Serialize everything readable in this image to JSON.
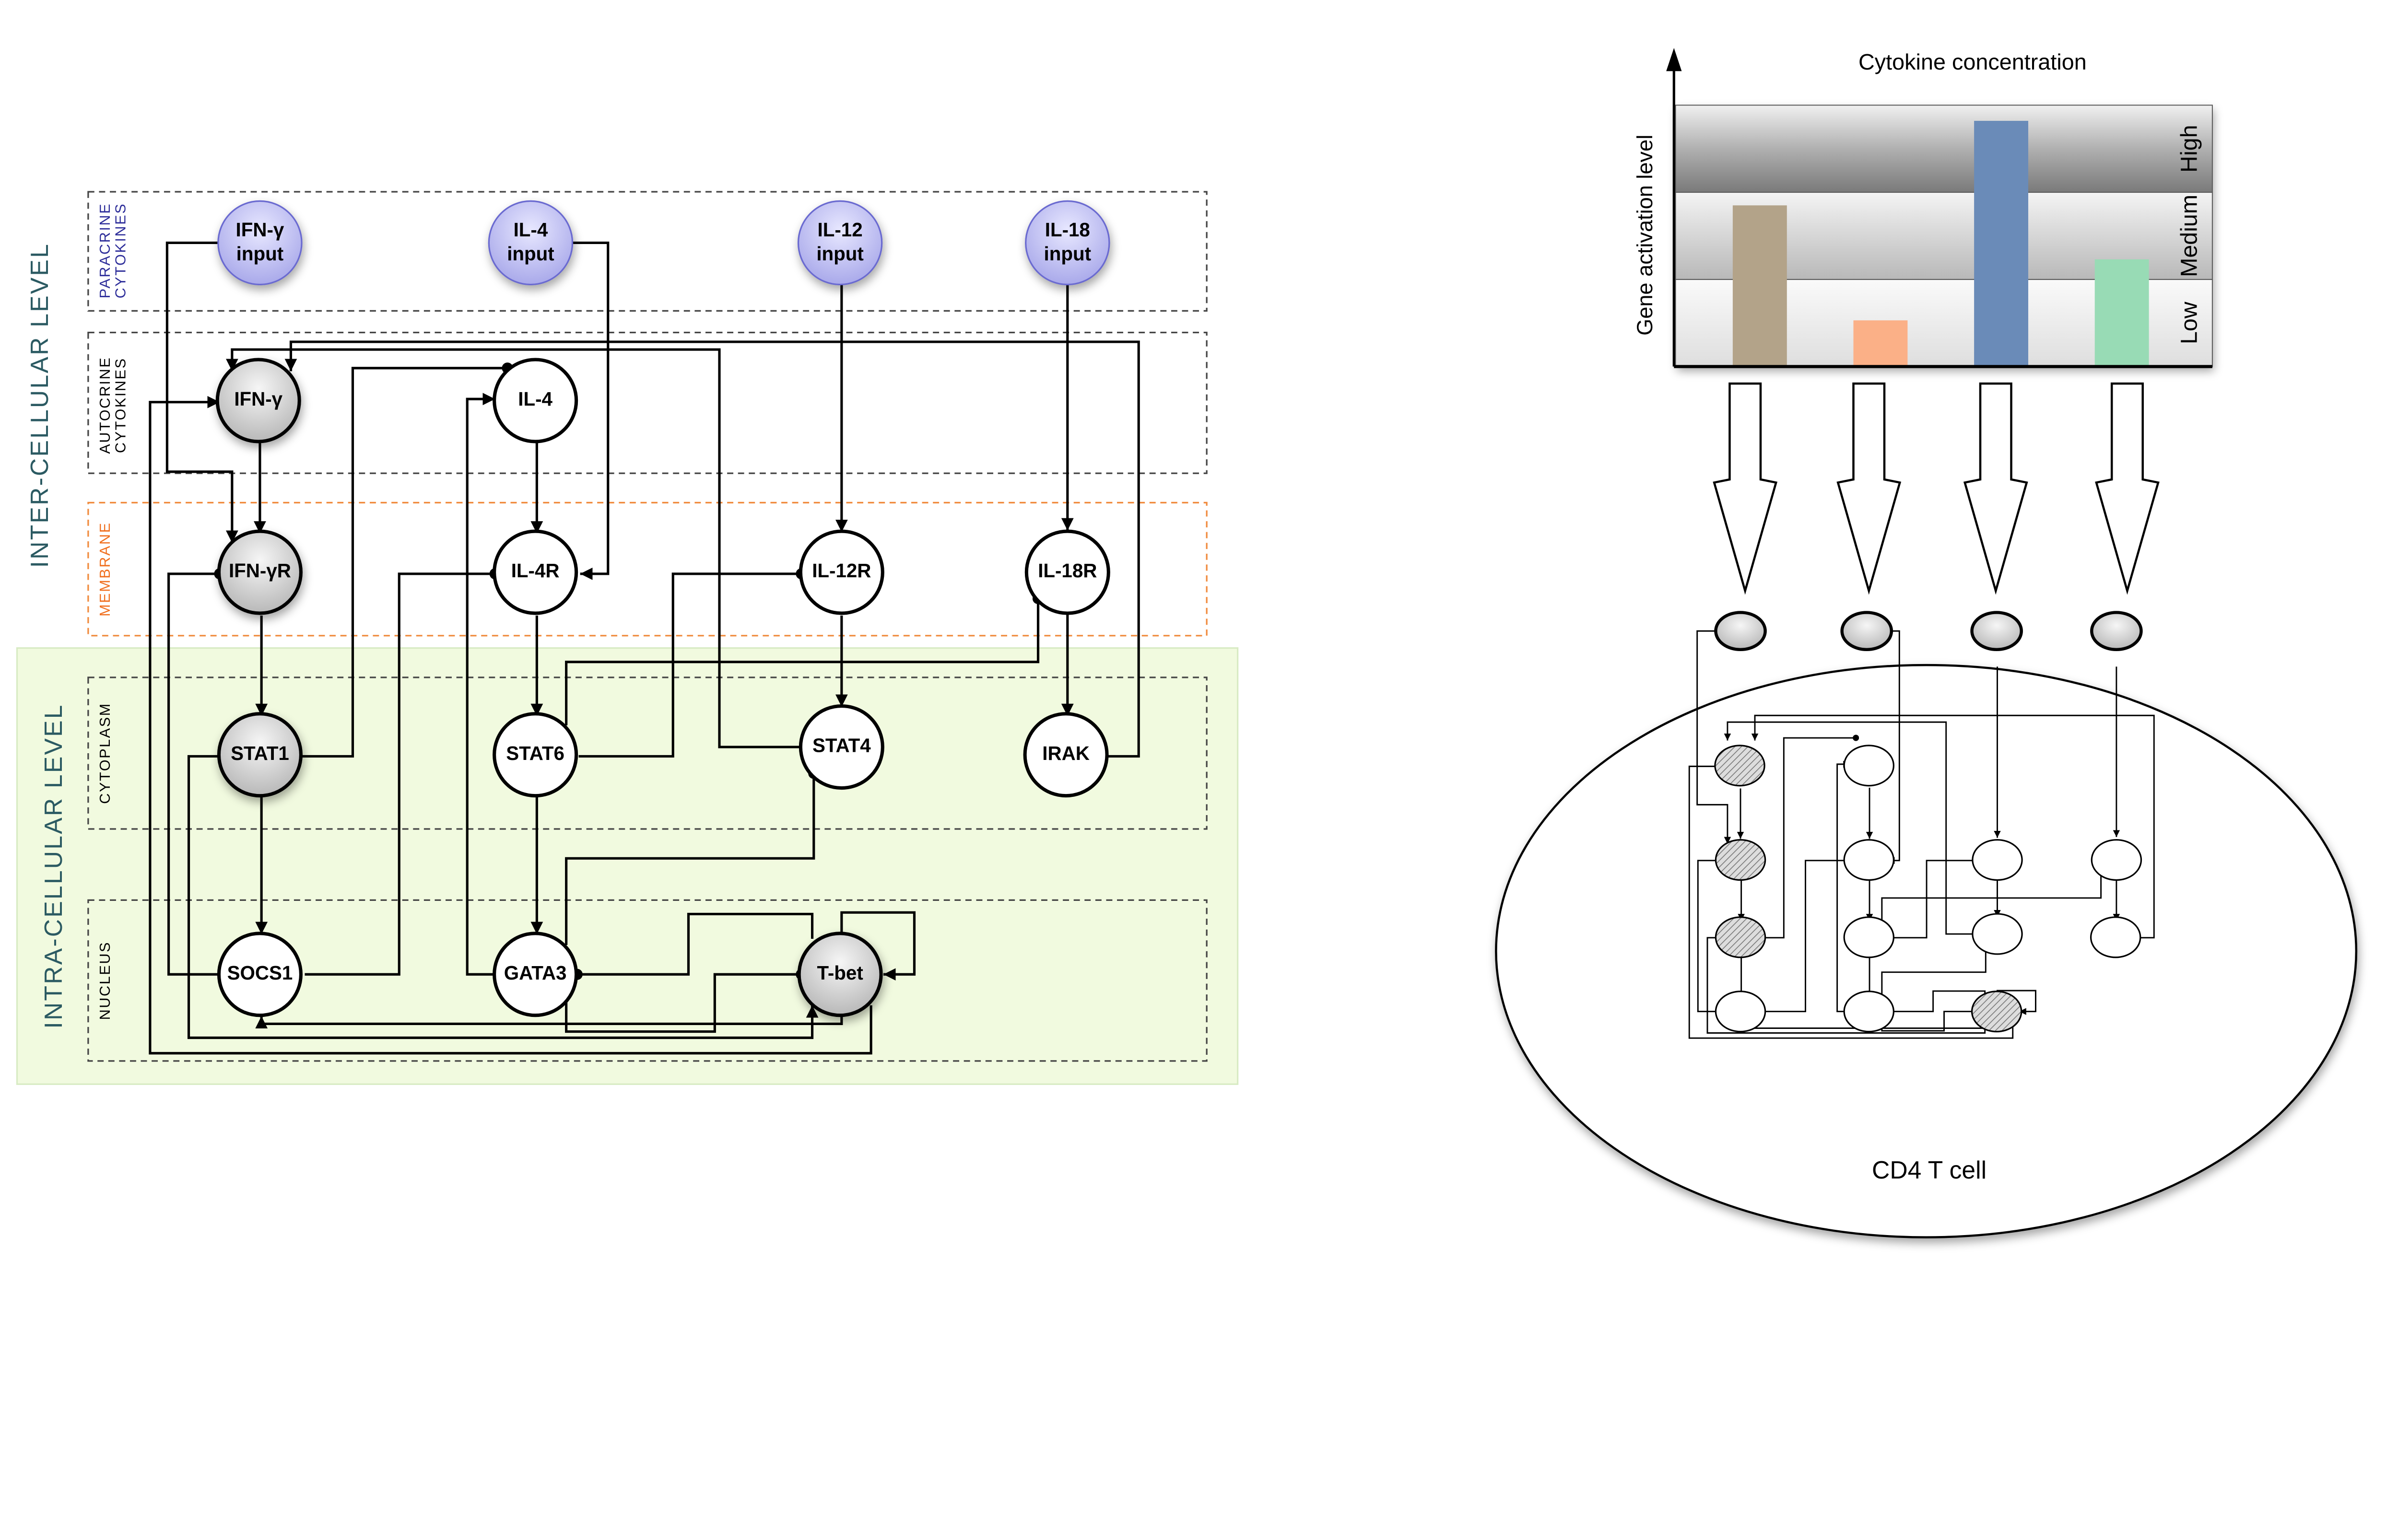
{
  "levels": {
    "inter": "INTER-CELLULAR LEVEL",
    "intra": "INTRA-CELLULAR LEVEL"
  },
  "compartments": {
    "paracrine": [
      "PARACRINE",
      "CYTOKINES"
    ],
    "autocrine": [
      "AUTOCRINE",
      "CYTOKINES"
    ],
    "membrane": [
      "MEMBRANE"
    ],
    "cytoplasm": [
      "CYTOPLASM"
    ],
    "nucleus": [
      "NUCLEUS"
    ]
  },
  "colors": {
    "input_node": "#b8b8f0",
    "gray_node": "#c8c8c8",
    "membrane_border": "#f08a3c",
    "membrane_label": "#f07020",
    "paracrine_label": "#2e2e9a",
    "level_label": "#2b5a62",
    "intracellular_bg": "#f1fadf"
  },
  "nodes": [
    {
      "id": "ifng_in",
      "label": [
        "IFN-γ",
        "input"
      ],
      "style": "input"
    },
    {
      "id": "il4_in",
      "label": [
        "IL-4",
        "input"
      ],
      "style": "input"
    },
    {
      "id": "il12_in",
      "label": [
        "IL-12",
        "input"
      ],
      "style": "input"
    },
    {
      "id": "il18_in",
      "label": [
        "IL-18",
        "input"
      ],
      "style": "input"
    },
    {
      "id": "ifng",
      "label": [
        "IFN-γ"
      ],
      "style": "gray"
    },
    {
      "id": "il4",
      "label": [
        "IL-4"
      ],
      "style": "white"
    },
    {
      "id": "ifngr",
      "label": [
        "IFN-γR"
      ],
      "style": "gray"
    },
    {
      "id": "il4r",
      "label": [
        "IL-4R"
      ],
      "style": "white"
    },
    {
      "id": "il12r",
      "label": [
        "IL-12R"
      ],
      "style": "white"
    },
    {
      "id": "il18r",
      "label": [
        "IL-18R"
      ],
      "style": "white"
    },
    {
      "id": "stat1",
      "label": [
        "STAT1"
      ],
      "style": "gray"
    },
    {
      "id": "stat6",
      "label": [
        "STAT6"
      ],
      "style": "white"
    },
    {
      "id": "stat4",
      "label": [
        "STAT4"
      ],
      "style": "white"
    },
    {
      "id": "irak",
      "label": [
        "IRAK"
      ],
      "style": "white"
    },
    {
      "id": "socs1",
      "label": [
        "SOCS1"
      ],
      "style": "white"
    },
    {
      "id": "gata3",
      "label": [
        "GATA3"
      ],
      "style": "white"
    },
    {
      "id": "tbet",
      "label": [
        "T-bet"
      ],
      "style": "gray"
    }
  ],
  "interactions": [
    {
      "from": "ifng_in",
      "to": "ifngr",
      "type": "activation"
    },
    {
      "from": "il4_in",
      "to": "il4r",
      "type": "activation"
    },
    {
      "from": "il12_in",
      "to": "il12r",
      "type": "activation"
    },
    {
      "from": "il18_in",
      "to": "il18r",
      "type": "activation"
    },
    {
      "from": "ifng",
      "to": "ifngr",
      "type": "activation"
    },
    {
      "from": "il4",
      "to": "il4r",
      "type": "activation"
    },
    {
      "from": "ifngr",
      "to": "stat1",
      "type": "activation"
    },
    {
      "from": "il4r",
      "to": "stat6",
      "type": "activation"
    },
    {
      "from": "il12r",
      "to": "stat4",
      "type": "activation"
    },
    {
      "from": "il18r",
      "to": "irak",
      "type": "activation"
    },
    {
      "from": "stat1",
      "to": "socs1",
      "type": "activation"
    },
    {
      "from": "stat6",
      "to": "gata3",
      "type": "activation"
    },
    {
      "from": "stat1",
      "to": "il4",
      "type": "inhibition"
    },
    {
      "from": "stat6",
      "to": "il12r",
      "type": "inhibition"
    },
    {
      "from": "stat4",
      "to": "ifng",
      "type": "activation"
    },
    {
      "from": "irak",
      "to": "ifng",
      "type": "activation"
    },
    {
      "from": "stat6",
      "to": "il18r",
      "type": "inhibition"
    },
    {
      "from": "socs1",
      "to": "ifngr",
      "type": "inhibition"
    },
    {
      "from": "socs1",
      "to": "il4r",
      "type": "inhibition"
    },
    {
      "from": "gata3",
      "to": "il4",
      "type": "activation"
    },
    {
      "from": "tbet",
      "to": "gata3",
      "type": "inhibition"
    },
    {
      "from": "gata3",
      "to": "tbet",
      "type": "inhibition"
    },
    {
      "from": "gata3",
      "to": "stat4",
      "type": "inhibition"
    },
    {
      "from": "tbet",
      "to": "tbet",
      "type": "activation"
    },
    {
      "from": "tbet",
      "to": "socs1",
      "type": "activation"
    },
    {
      "from": "stat1",
      "to": "tbet",
      "type": "activation"
    },
    {
      "from": "tbet",
      "to": "ifng",
      "type": "activation"
    }
  ],
  "chart": {
    "title": "Cytokine concentration",
    "ylabel": "Gene activation level",
    "bands": [
      "Low",
      "Medium",
      "High"
    ],
    "ylim": [
      0,
      3
    ],
    "bars": [
      {
        "value": 1.85,
        "color": "#b3a389"
      },
      {
        "value": 0.53,
        "color": "#fbb087"
      },
      {
        "value": 2.82,
        "color": "#6a8bb8"
      },
      {
        "value": 1.23,
        "color": "#98dbb5"
      }
    ]
  },
  "cell": {
    "label": "CD4 T cell"
  }
}
